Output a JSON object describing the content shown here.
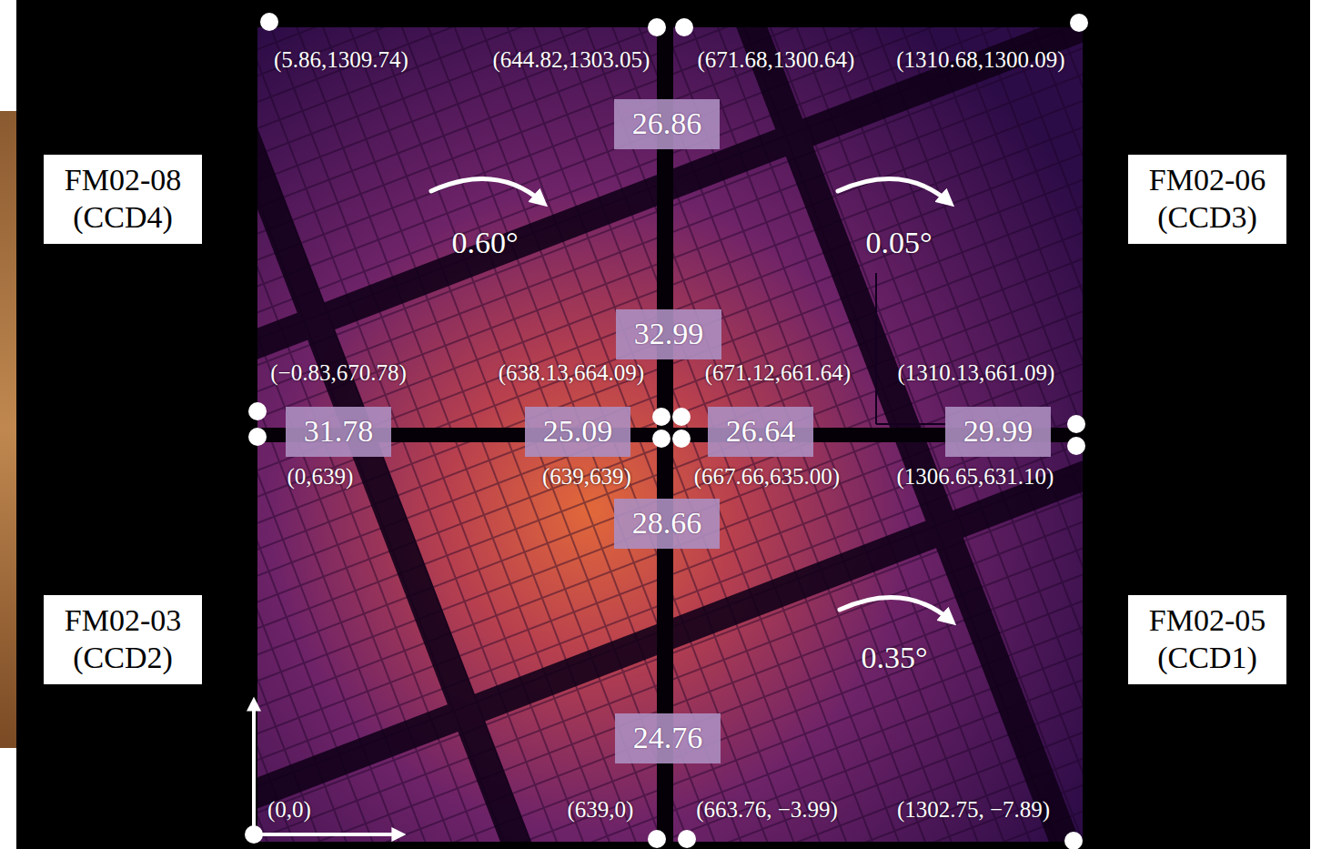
{
  "diagram": {
    "nodes": [
      {
        "text": [
          "26.86"
        ]
      },
      {
        "text": [
          "FM02-08 (CCD4)"
        ]
      },
      {
        "text": [
          "FM02-06 (CCD3)"
        ]
      },
      {
        "text": [
          "32.99"
        ]
      },
      {
        "text": [
          "31.78"
        ]
      },
      {
        "text": [
          "25.09"
        ]
      },
      {
        "text": [
          "26.64"
        ]
      },
      {
        "text": [
          "29.99"
        ]
      },
      {
        "text": [
          "28.66"
        ]
      },
      {
        "text": [
          "FM02-03 (CCD2)"
        ]
      },
      {
        "text": [
          "FM02-05 (CCD1)"
        ]
      },
      {
        "text": [
          "24.76"
        ]
      }
    ],
    "labels": [
      "(5.86,1309.74)",
      "(644.82,1303.05)",
      "(671.68,1300.64)",
      "(1310.68,1300.09)",
      "0.60°",
      "0.05°",
      "(−0.83,670.78)",
      "(638.13,664.09)",
      "(671.12,661.64)",
      "(1310.13,661.09)",
      "(0,639)",
      "(639,639)",
      "(667.66,635.00)",
      "(1306.65,631.10)",
      "0.35°",
      "(0,0)",
      "(639,0)",
      "(663.76, −3.99)",
      "(1302.75, −7.89)"
    ]
  }
}
